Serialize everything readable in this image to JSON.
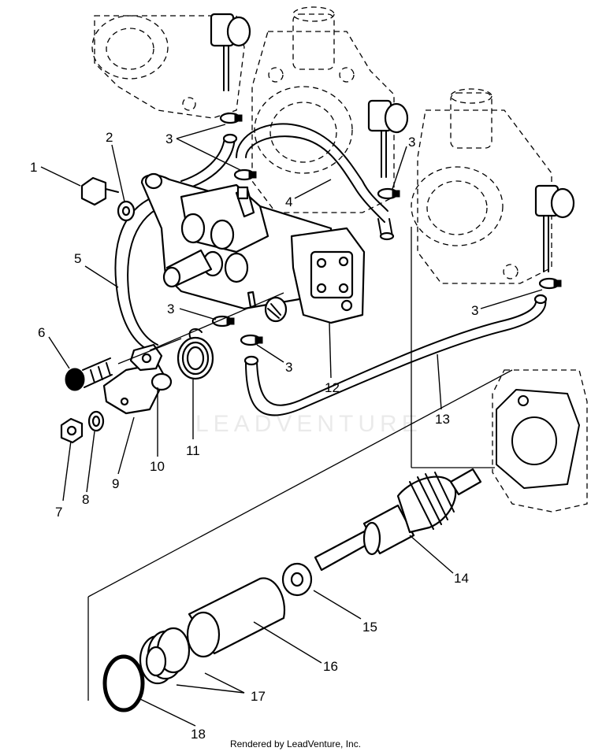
{
  "callouts": {
    "c1": "1",
    "c2": "2",
    "c3a": "3",
    "c3b": "3",
    "c3c": "3",
    "c3d": "3",
    "c3e": "3",
    "c4": "4",
    "c5": "5",
    "c6": "6",
    "c7": "7",
    "c8": "8",
    "c9": "9",
    "c10": "10",
    "c11": "11",
    "c12": "12",
    "c13": "13",
    "c14": "14",
    "c15": "15",
    "c16": "16",
    "c17": "17",
    "c18": "18"
  },
  "watermark": "LEADVENTURE",
  "footer": "Rendered by LeadVenture, Inc."
}
